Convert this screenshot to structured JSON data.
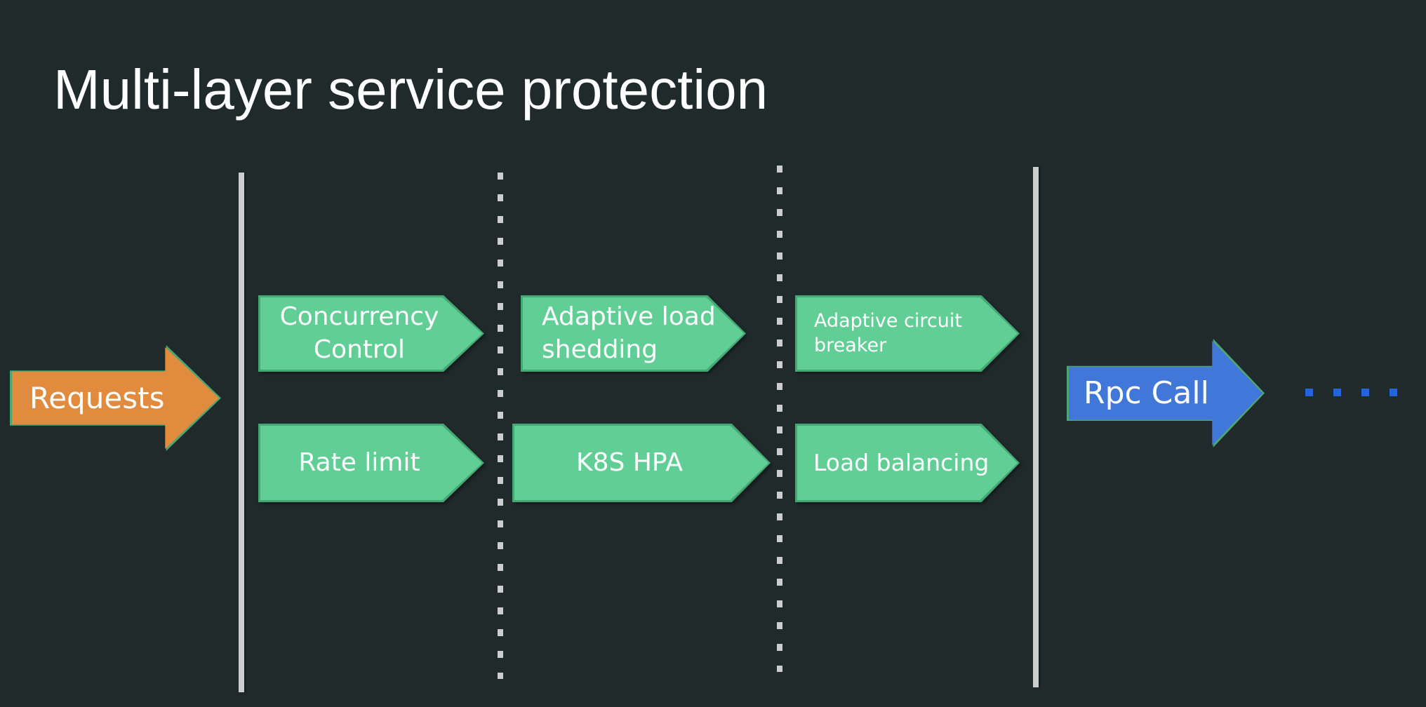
{
  "title": "Multi-layer service protection",
  "flow": {
    "input": {
      "label": "Requests"
    },
    "output": {
      "label": "Rpc Call"
    },
    "layers": [
      {
        "items": [
          {
            "label": "Concurrency\nControl"
          },
          {
            "label": "Rate limit"
          }
        ]
      },
      {
        "items": [
          {
            "label": "Adaptive load\nshedding"
          },
          {
            "label": "K8S HPA"
          }
        ]
      },
      {
        "items": [
          {
            "label": "Adaptive circuit\nbreaker"
          },
          {
            "label": "Load balancing"
          }
        ]
      }
    ]
  },
  "colors": {
    "background": "#212a2b",
    "stage_fill": "#61ce96",
    "stage_border": "#43a873",
    "input_fill": "#e08b3d",
    "output_fill": "#4077d9",
    "arrow_border_green": "#4ca573",
    "separator_gray": "#cbcecd",
    "continuation_dot_blue": "#2563dd",
    "text": "#ffffff"
  }
}
